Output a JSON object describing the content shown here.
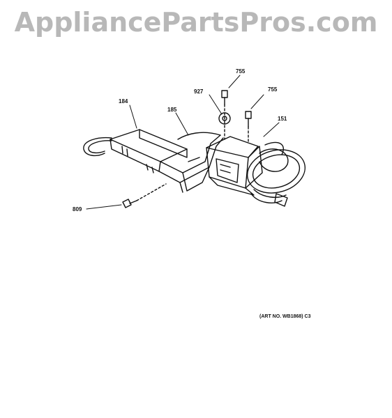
{
  "watermark": "AppliancePartsPros.com",
  "parts": [
    {
      "id": "p184",
      "label": "184"
    },
    {
      "id": "p185",
      "label": "185"
    },
    {
      "id": "p927",
      "label": "927"
    },
    {
      "id": "p755a",
      "label": "755"
    },
    {
      "id": "p755b",
      "label": "755"
    },
    {
      "id": "p151",
      "label": "151"
    },
    {
      "id": "p809",
      "label": "809"
    }
  ],
  "art_number": "(ART NO. WB1868) C3"
}
